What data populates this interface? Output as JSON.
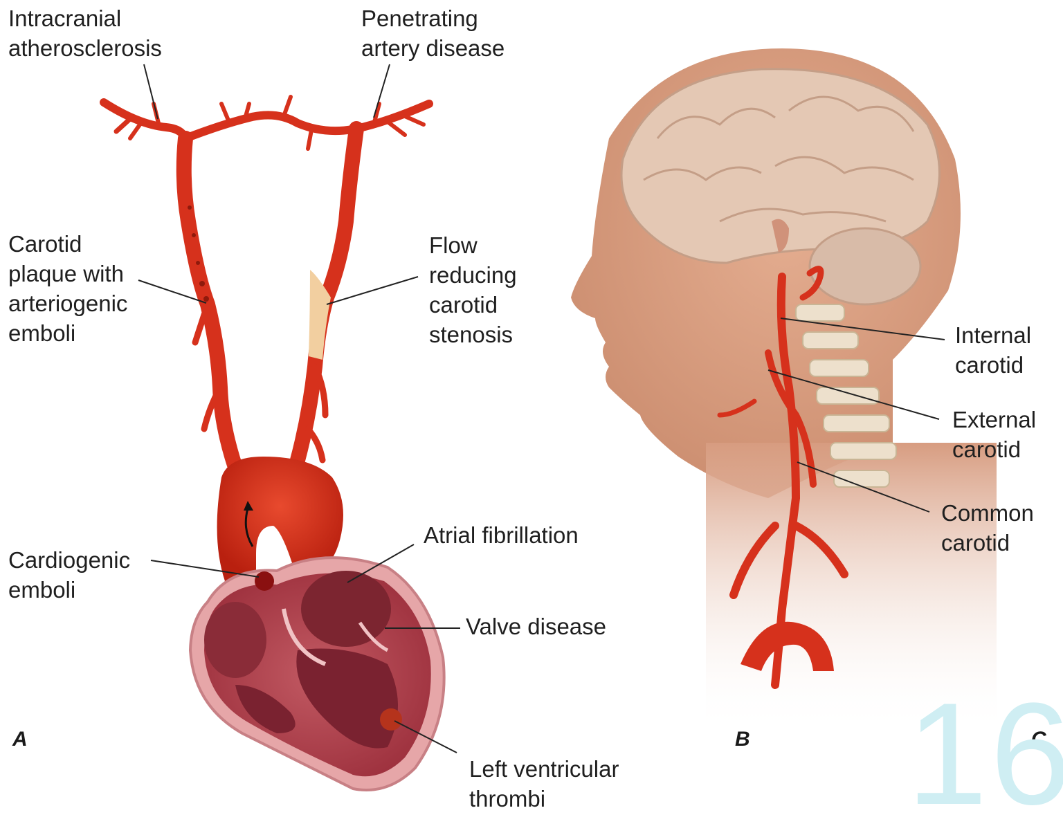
{
  "panels": {
    "a": {
      "letter": "A",
      "labels": {
        "intracranial": "Intracranial\natherosclerosis",
        "penetrating": "Penetrating\nartery disease",
        "carotid_plaque": "Carotid\nplaque with\narteriogenic\nemboli",
        "flow_reducing": "Flow\nreducing\ncarotid\nstenosis",
        "cardiogenic": "Cardiogenic\nemboli",
        "atrial": "Atrial fibrillation",
        "valve": "Valve disease",
        "lv_thrombi": "Left ventricular\nthrombi"
      }
    },
    "b": {
      "letter": "B",
      "labels": {
        "internal": "Internal\ncarotid",
        "external": "External\ncarotid",
        "common": "Common\ncarotid"
      }
    },
    "c": {
      "letter": "C"
    }
  },
  "page_number": "16",
  "colors": {
    "artery": "#d6311c",
    "artery_dark": "#a81d10",
    "plaque": "#f2cfa0",
    "heart_wall": "#b94550",
    "heart_outer": "#e6a6a8",
    "skin": "#dfa98d",
    "brain": "#e4c8b4",
    "spine": "#ede0cc"
  }
}
